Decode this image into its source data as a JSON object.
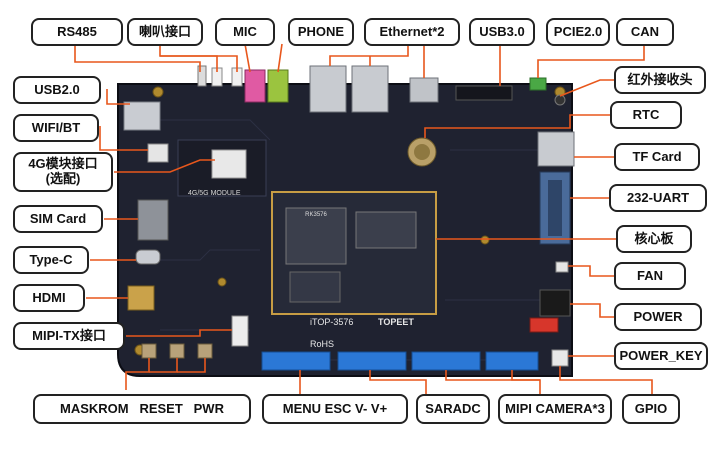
{
  "labels": {
    "rs485": "RS485",
    "speaker": "喇叭接口",
    "mic": "MIC",
    "phone": "PHONE",
    "ethernet": "Ethernet*2",
    "usb3": "USB3.0",
    "pcie": "PCIE2.0",
    "can": "CAN",
    "usb2": "USB2.0",
    "wifi": "WIFI/BT",
    "modem_line1": "4G模块接口",
    "modem_line2": "(选配)",
    "sim": "SIM Card",
    "typec": "Type-C",
    "hdmi": "HDMI",
    "mipi_tx": "MIPI-TX接口",
    "ir": "红外接收头",
    "rtc": "RTC",
    "tf": "TF Card",
    "uart": "232-UART",
    "core": "核心板",
    "fan": "FAN",
    "power": "POWER",
    "power_key": "POWER_KEY",
    "keys_left": "MASKROM   RESET   PWR",
    "keys_menu": "MENU  ESC  V-  V+",
    "saradc": "SARADC",
    "mipi_cam": "MIPI CAMERA*3",
    "gpio": "GPIO"
  },
  "silkscreen": {
    "module": "4G/5G MODULE",
    "chip": "RK3576",
    "model": "iTOP-3576",
    "brand": "TOPEET",
    "rohs": "RoHS"
  },
  "colors": {
    "board": "#1f2230",
    "leader": "#e8571c",
    "border": "#222222"
  }
}
